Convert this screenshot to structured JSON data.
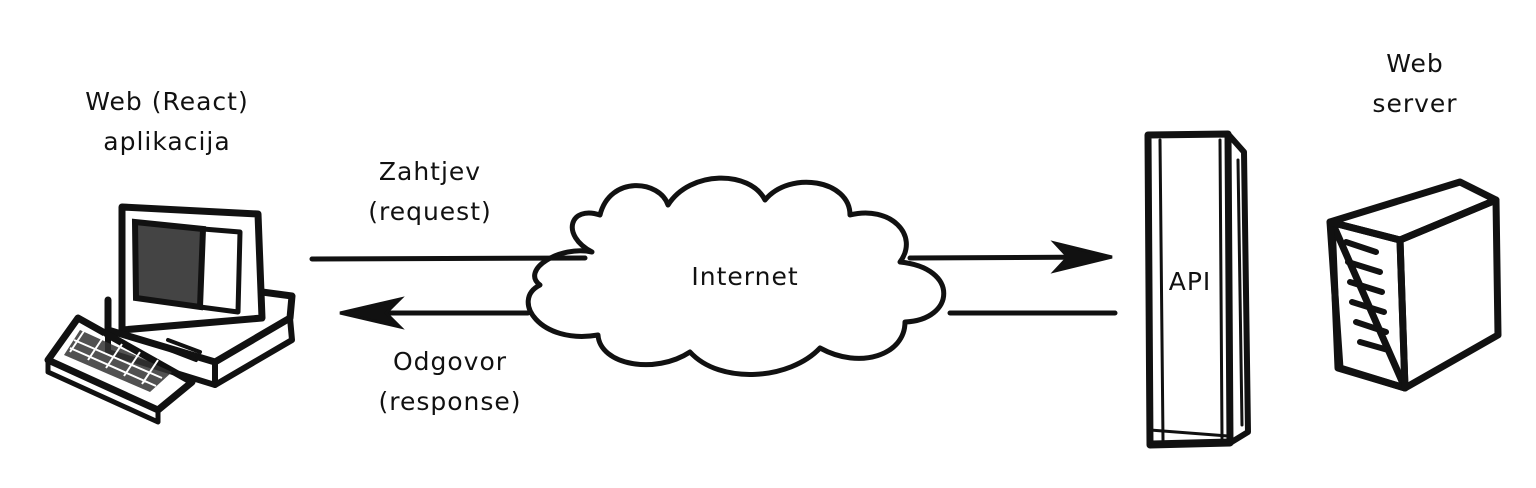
{
  "client": {
    "line1": "Web (React)",
    "line2": "aplikacija"
  },
  "request": {
    "line1": "Zahtjev",
    "line2": "(request)"
  },
  "response": {
    "line1": "Odgovor",
    "line2": "(response)"
  },
  "network": {
    "label": "Internet"
  },
  "api": {
    "label": "API"
  },
  "server": {
    "line1": "Web",
    "line2": "server"
  },
  "colors": {
    "ink": "#111111",
    "background": "#ffffff",
    "screen": "#444444"
  }
}
